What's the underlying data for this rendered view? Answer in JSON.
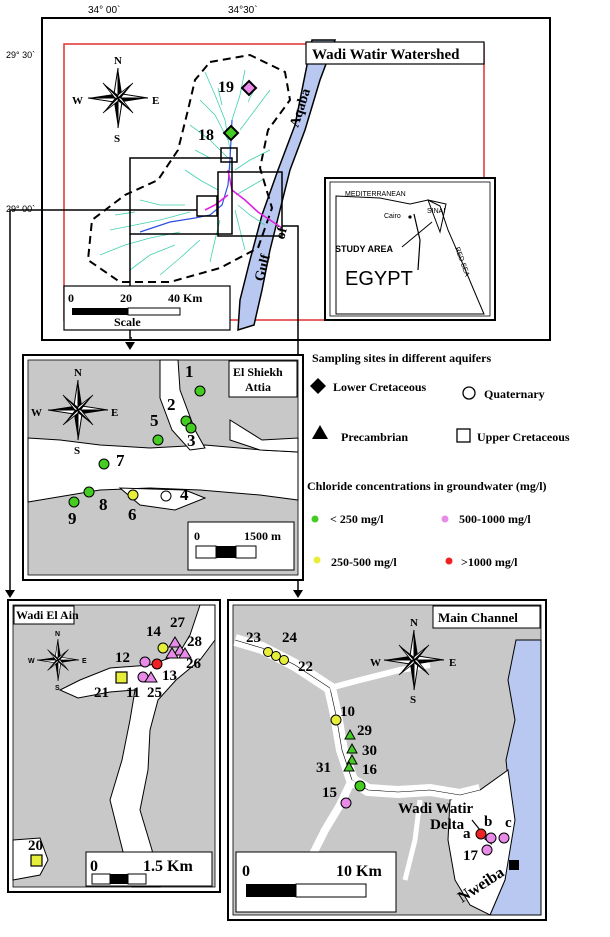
{
  "main_map": {
    "title": "Wadi Watir Watershed",
    "lon_labels": [
      "34° 00`",
      "34°30`"
    ],
    "lat_labels": [
      "29° 30`",
      "29° 00`"
    ],
    "gulf_labels": [
      "Aqaba",
      "Gulf",
      "of"
    ],
    "scale_labels": [
      "0",
      "20",
      "40 Km"
    ],
    "scale_title": "Scale",
    "sites": [
      "19",
      "18"
    ]
  },
  "inset": {
    "labels": [
      "MEDITERRANEAN",
      "SINAI",
      "Cairo",
      "STUDY AREA",
      "RED SEA"
    ],
    "country": "EGYPT"
  },
  "compass": {
    "n": "N",
    "s": "S",
    "e": "E",
    "w": "W"
  },
  "el_shiekh": {
    "title_line1": "El Shiekh",
    "title_line2": "Attia",
    "scale_labels": [
      "0",
      "1500 m"
    ],
    "sites": [
      "1",
      "2",
      "3",
      "4",
      "5",
      "6",
      "7",
      "8",
      "9"
    ]
  },
  "legend": {
    "aquifer_title": "Sampling sites in different aquifers",
    "aquifers": [
      "Lower Cretaceous",
      "Quaternary",
      "Precambrian",
      "Upper Cretaceous"
    ],
    "chloride_title": "Chloride concentrations in groundwater (mg/l)",
    "chloride_classes": [
      "< 250 mg/l",
      "500-1000 mg/l",
      "250-500 mg/l",
      ">1000 mg/l"
    ],
    "colors": {
      "low": "#44cc22",
      "mid": "#e6ee3a",
      "high": "#e88ae8",
      "very_high": "#ee2222"
    }
  },
  "wadi_el_ain": {
    "title": "Wadi El Ain",
    "scale_labels": [
      "0",
      "1.5 Km"
    ],
    "sites": [
      "27",
      "14",
      "28",
      "26",
      "12",
      "13",
      "21",
      "11",
      "25",
      "20"
    ]
  },
  "main_channel": {
    "title": "Main Channel",
    "scale_labels": [
      "0",
      "10 Km"
    ],
    "delta_label_line1": "Wadi Watir",
    "delta_label_line2": "Delta",
    "town": "Nweiba",
    "sites": [
      "23",
      "24",
      "22",
      "10",
      "29",
      "30",
      "31",
      "16",
      "15",
      "b",
      "c",
      "a",
      "17"
    ]
  }
}
